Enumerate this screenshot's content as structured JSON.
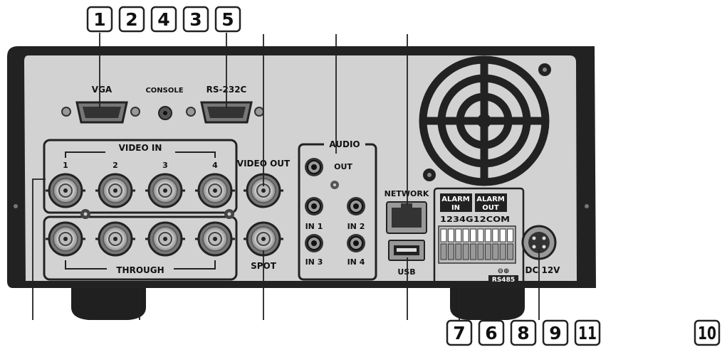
{
  "callouts_top": [
    "1",
    "2",
    "4",
    "3",
    "5"
  ],
  "callouts_bottom": [
    "7",
    "6",
    "8",
    "9",
    "11"
  ],
  "callout_right": "10",
  "labels": {
    "vga": "VGA",
    "console": "CONSOLE",
    "rs232c": "RS-232C",
    "video_in": "VIDEO IN",
    "video_in_ch1": "1",
    "video_in_ch2": "2",
    "video_in_ch3": "3",
    "video_in_ch4": "4",
    "through": "THROUGH",
    "video_out": "VIDEO OUT",
    "spot": "SPOT",
    "audio": "AUDIO",
    "audio_out": "OUT",
    "audio_in1": "IN 1",
    "audio_in2": "IN 2",
    "audio_in3": "IN 3",
    "audio_in4": "IN 4",
    "network": "NETWORK",
    "usb": "USB",
    "alarm_in_1": "ALARM",
    "alarm_in_2": "IN",
    "alarm_out_1": "ALARM",
    "alarm_out_2": "OUT",
    "terminal_pins": "1234G12COM",
    "rs485": "RS485",
    "dc12v": "DC 12V"
  },
  "colors": {
    "panel": "#d2d2d2",
    "body": "#2a2a2a",
    "outline": "#1a1a1a",
    "terminal": "#bdbdbd"
  }
}
